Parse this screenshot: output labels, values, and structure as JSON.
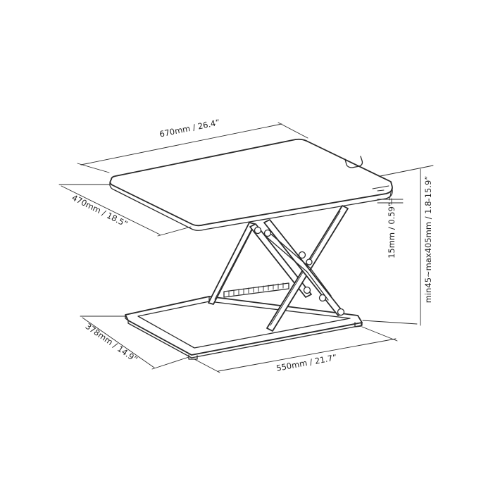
{
  "dimensions": {
    "top_width": "670mm / 26.4”",
    "top_depth": "470mm / 18.5”",
    "top_thickness": "15mm / 0.59”",
    "height_range": "min45~max405mm / 1.8-15.9”",
    "base_depth": "378mm / 14.9”",
    "base_width": "550mm / 21.7”"
  }
}
